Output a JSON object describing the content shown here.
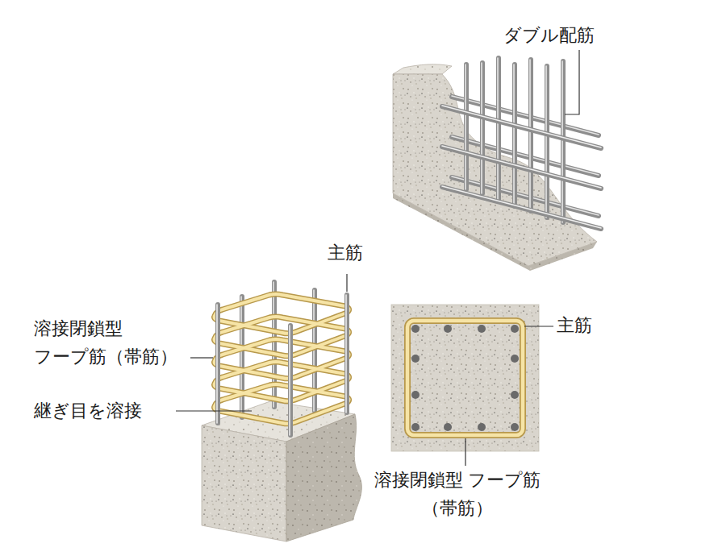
{
  "diagram": {
    "labels": [
      "ダブル配筋",
      "主筋",
      "溶接閉鎖型 フープ筋（帯筋）",
      "継ぎ目を溶接",
      "主筋",
      "溶接閉鎖型 フープ筋（帯筋）"
    ]
  }
}
